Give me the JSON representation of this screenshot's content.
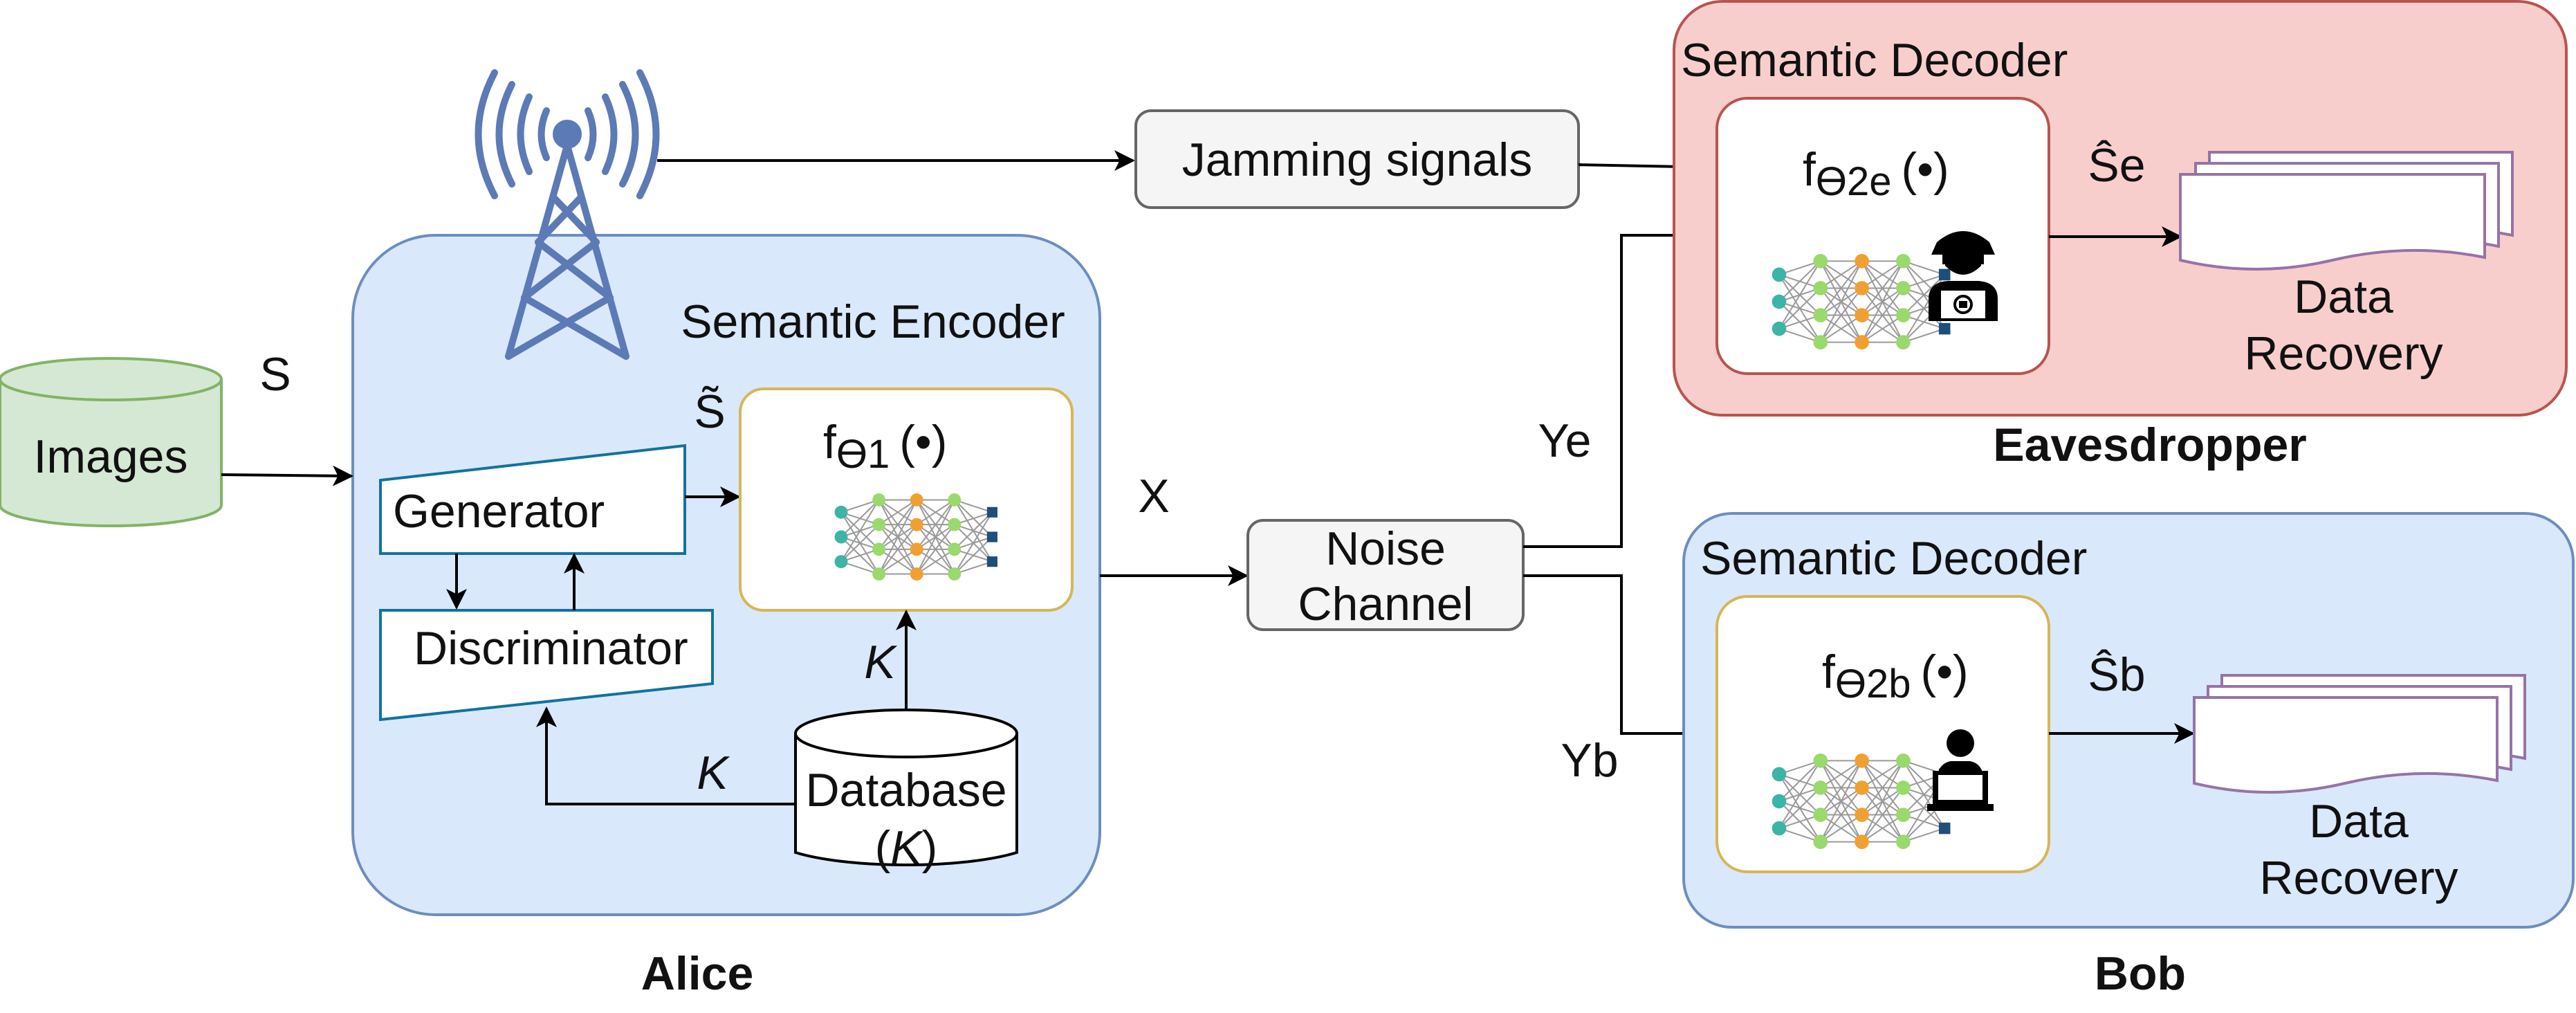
{
  "diagram": {
    "images_db": "Images",
    "signal_s": "S",
    "signal_s_tilde": "S̃",
    "signal_x": "X",
    "signal_ye": "Ye",
    "signal_yb": "Yb",
    "k_label": "K",
    "alice": {
      "title": "Alice",
      "encoder_title": "Semantic Encoder",
      "generator": "Generator",
      "discriminator": "Discriminator",
      "encoder_fn": {
        "f": "f",
        "sub": "ϴ1",
        "arg": "(•)"
      },
      "database": {
        "line1": "Database",
        "open": "(",
        "k": "K",
        "close": ")"
      }
    },
    "jamming": "Jamming signals",
    "noise_channel": {
      "line1": "Noise",
      "line2": "Channel"
    },
    "eavesdropper": {
      "title": "Eavesdropper",
      "decoder_title": "Semantic Decoder",
      "decoder_fn": {
        "f": "f",
        "sub": "ϴ2e",
        "arg": "(•)"
      },
      "output": "Ŝe",
      "recovery": {
        "line1": "Data",
        "line2": "Recovery"
      }
    },
    "bob": {
      "title": "Bob",
      "decoder_title": "Semantic Decoder",
      "decoder_fn": {
        "f": "f",
        "sub": "ϴ2b",
        "arg": "(•)"
      },
      "output": "Ŝb",
      "recovery": {
        "line1": "Data",
        "line2": "Recovery"
      }
    },
    "colors": {
      "alice_fill": "#dae8fc",
      "alice_stroke": "#6c8ebf",
      "eve_fill": "#f8cecc",
      "eve_stroke": "#b85450",
      "db_fill": "#d5e8d4",
      "db_stroke": "#82b366",
      "gray_fill": "#f5f5f5",
      "gray_stroke": "#666666",
      "nn_box_stroke": "#d6b656",
      "gan_stroke": "#10739e",
      "doc_stroke": "#9673a6",
      "tower": "#5c7ab5"
    }
  }
}
